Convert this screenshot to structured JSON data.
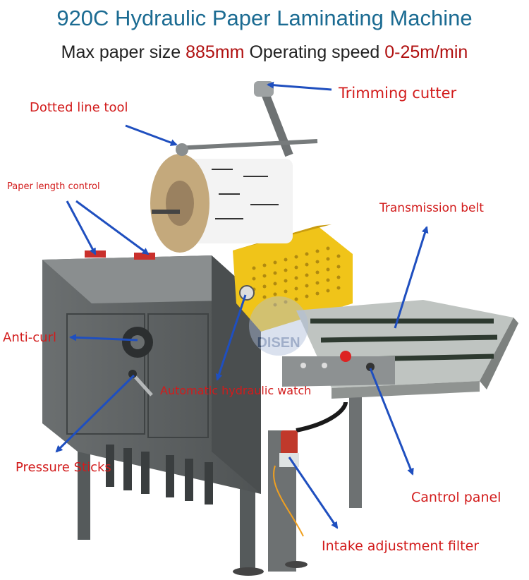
{
  "header": {
    "title": "920C Hydraulic Paper Laminating Machine",
    "spec_prefix_1": "Max paper size ",
    "spec_value_1": "885mm",
    "spec_prefix_2": " Operating speed ",
    "spec_value_2": "0-25m/min"
  },
  "callouts": {
    "trimming_cutter": "Trimming cutter",
    "dotted_line_tool": "Dotted line tool",
    "paper_length_control": "Paper length control",
    "transmission_belt": "Transmission belt",
    "anti_curl": "Anti-curl",
    "automatic_hydraulic_watch": "Automatic hydraulic watch",
    "pressure_sticks": "Pressure Sticks",
    "control_panel": "Cantrol panel",
    "intake_filter": "Intake adjustment filter"
  },
  "watermark": {
    "brand": "DISEN"
  },
  "colors": {
    "title": "#1b6b92",
    "highlight": "#b01010",
    "callout": "#d21b1b",
    "arrow": "#1f4fbf",
    "machine": "#5c5f5f",
    "panel": "#f0c419"
  }
}
